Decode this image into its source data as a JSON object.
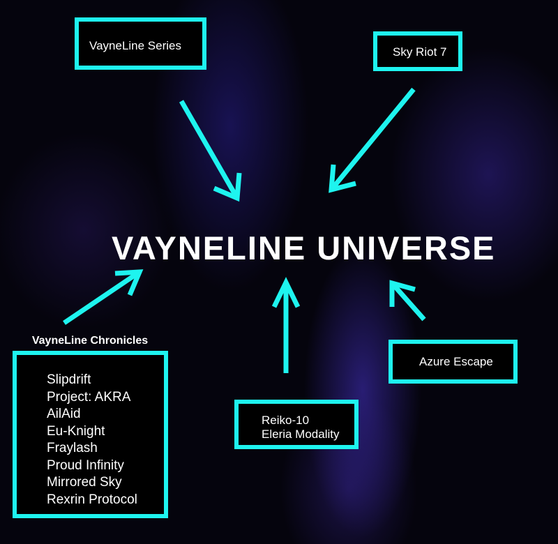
{
  "title": "VAYNELINE UNIVERSE",
  "nodes": {
    "series": "VayneLine Series",
    "sky_riot": "Sky Riot 7",
    "azure": "Azure Escape",
    "reiko": [
      "Reiko-10",
      "Eleria Modality"
    ],
    "chronicles": {
      "heading": "VayneLine Chronicles",
      "items": [
        "Slipdrift",
        "Project: AKRA",
        "AilAid",
        "Eu-Knight",
        "Fraylash",
        "Proud Infinity",
        "Mirrored Sky",
        "Rexrin Protocol"
      ]
    }
  },
  "colors": {
    "accent": "#1ef4ef",
    "background": "#05040d"
  }
}
